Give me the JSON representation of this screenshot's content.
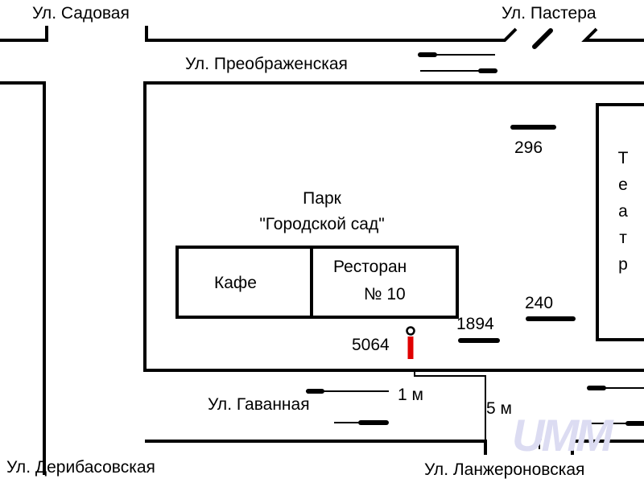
{
  "streets": {
    "sadovaya": "Ул. Садовая",
    "pastera": "Ул. Пастера",
    "preobrazhenskaya": "Ул. Преображенская",
    "gavannaya": "Ул. Гаванная",
    "deribasovskaya": "Ул. Дерибасовская",
    "lanzheronovskaya": "Ул. Ланжероновская"
  },
  "park": {
    "line1": "Парк",
    "line2": "\"Городской сад\""
  },
  "buildings": {
    "cafe": "Кафе",
    "restaurant_line1": "Ресторан",
    "restaurant_line2": "№ 10",
    "theater": "Театр"
  },
  "markers": {
    "m296": "296",
    "m240": "240",
    "m1894": "1894",
    "m5064": "5064"
  },
  "dimensions": {
    "width": "1 м",
    "height": "5 м"
  },
  "watermark": "UMM",
  "colors": {
    "marker": "#e00000",
    "watermark": "#dcdcf2"
  }
}
